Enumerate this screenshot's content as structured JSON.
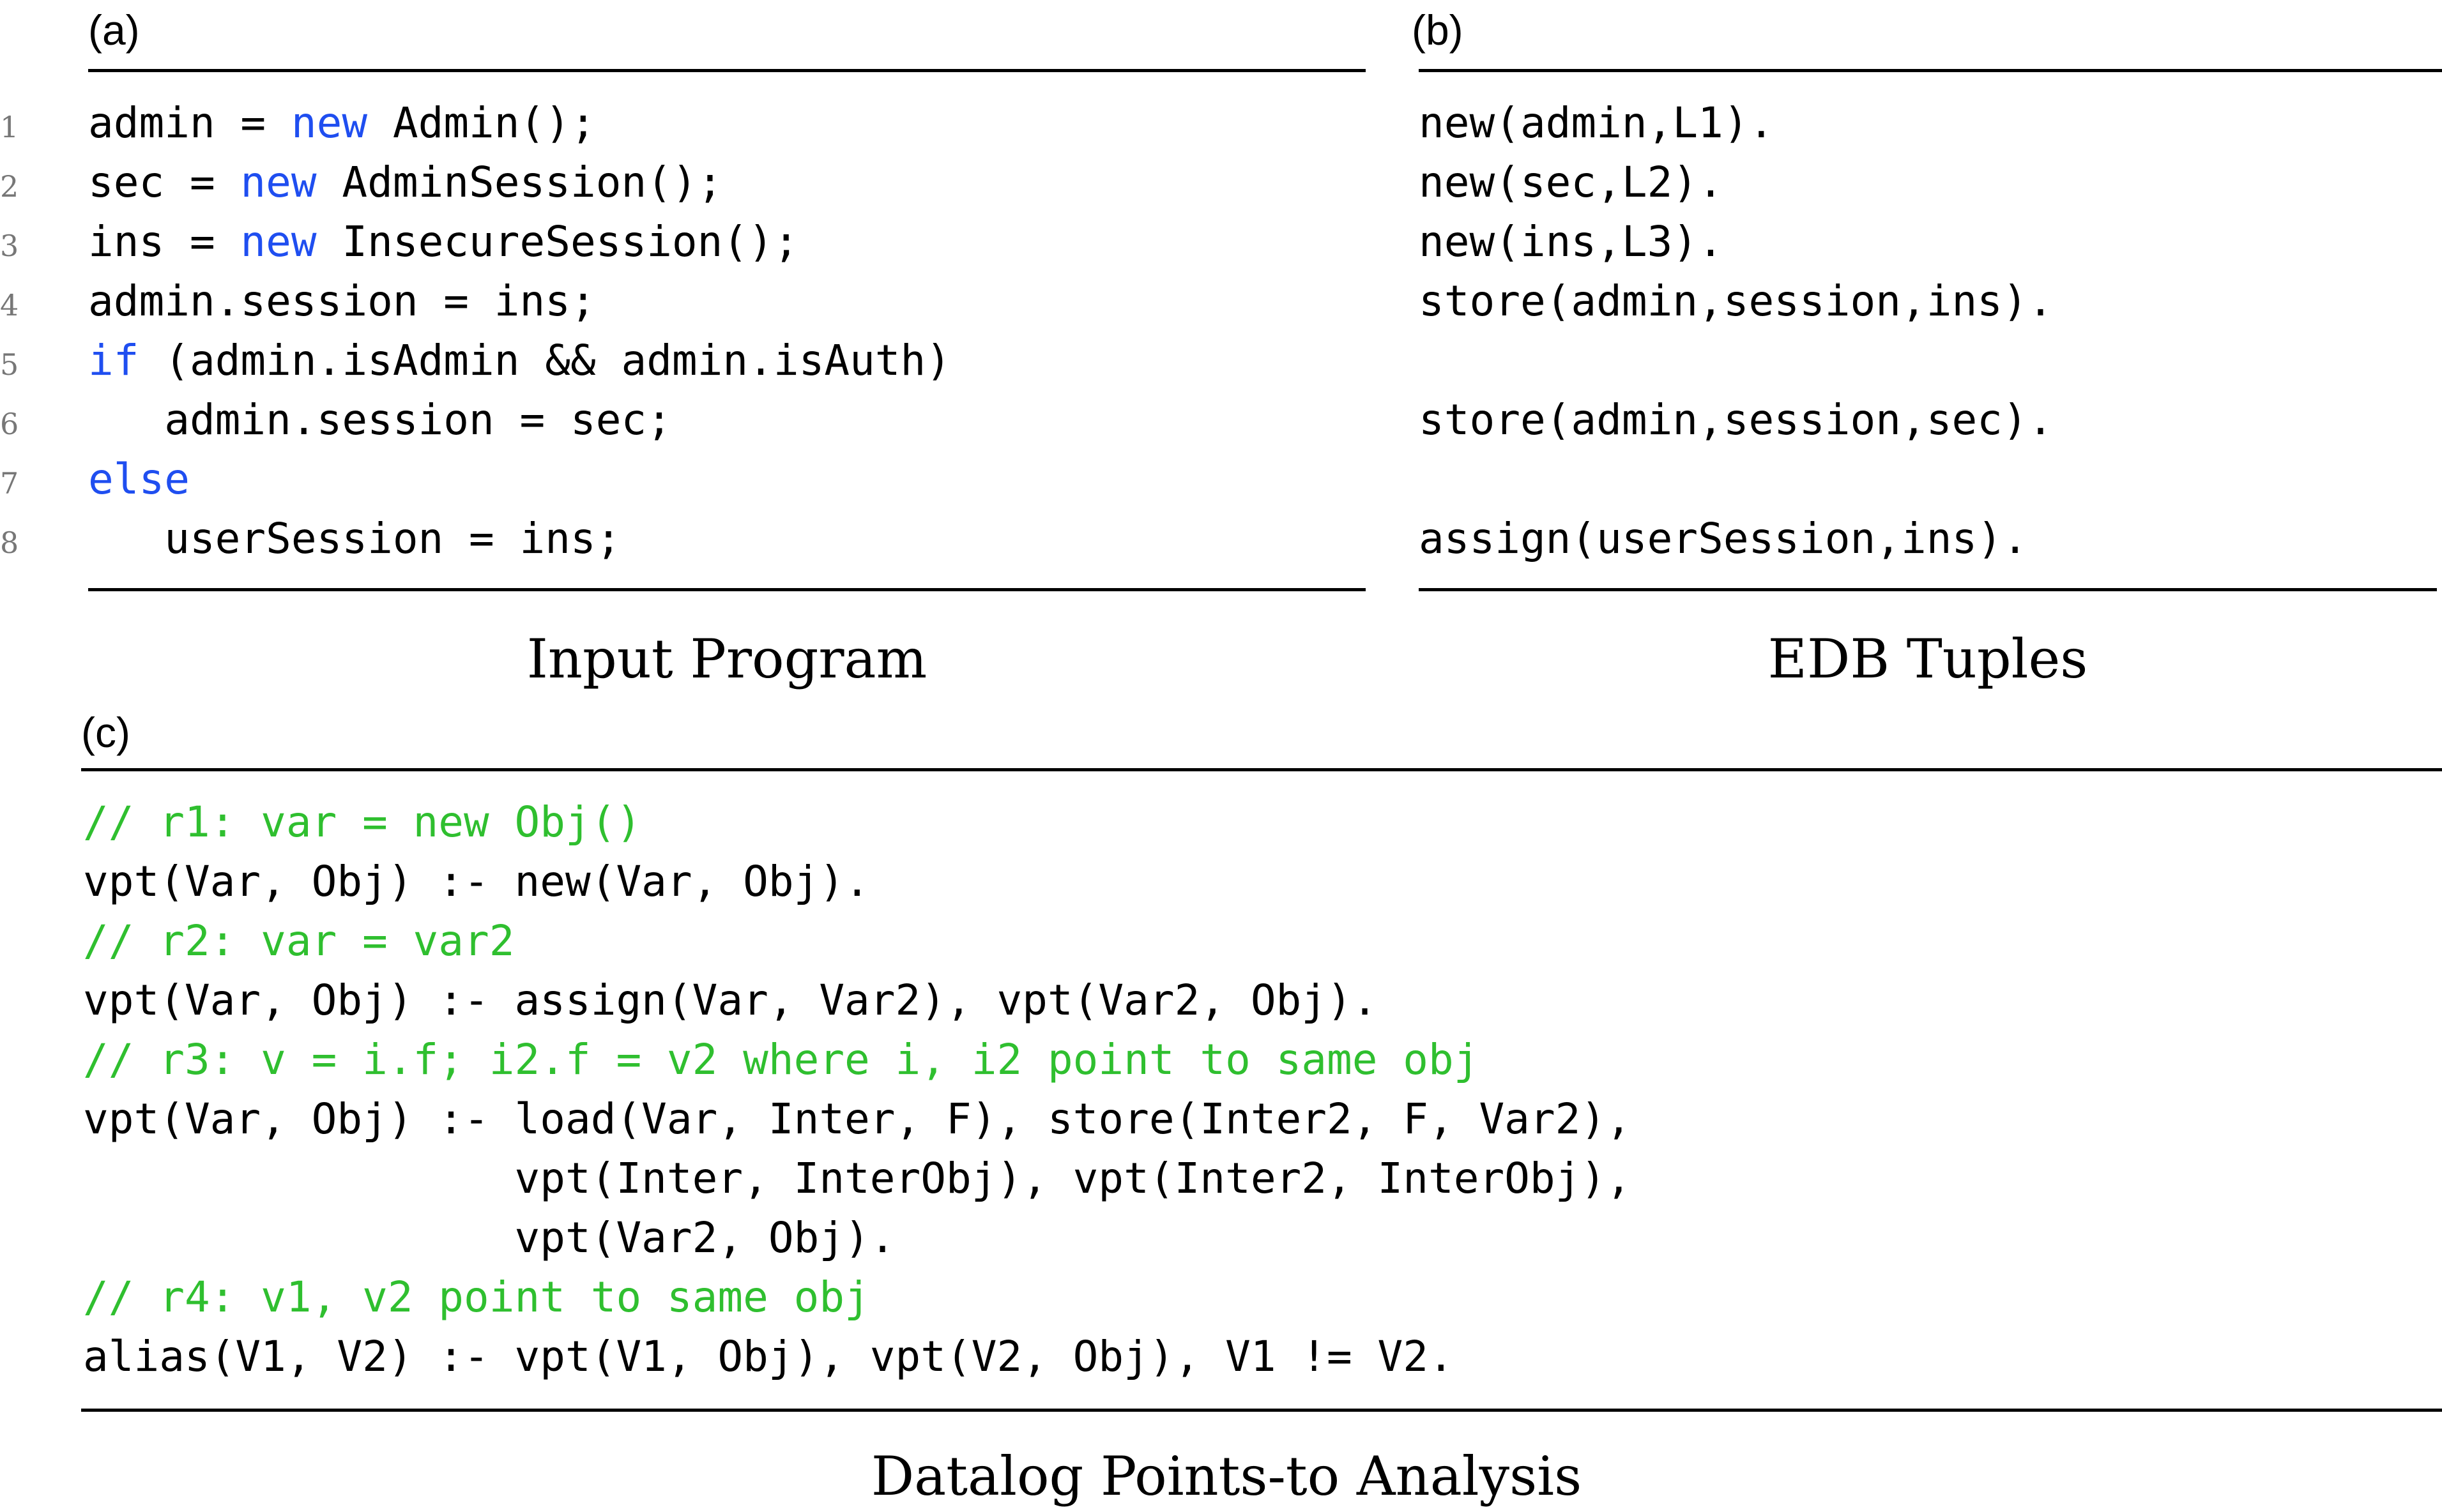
{
  "panels": {
    "a": {
      "label": "(a)",
      "caption": "Input Program",
      "lines": [
        {
          "num": "1",
          "pre": "admin = ",
          "kw": "new",
          "post": " Admin();"
        },
        {
          "num": "2",
          "pre": "sec = ",
          "kw": "new",
          "post": " AdminSession();"
        },
        {
          "num": "3",
          "pre": "ins = ",
          "kw": "new",
          "post": " InsecureSession();"
        },
        {
          "num": "4",
          "pre": "admin.session = ins;",
          "kw": "",
          "post": ""
        },
        {
          "num": "5",
          "pre": "",
          "kw": "if",
          "post": " (admin.isAdmin && admin.isAuth)"
        },
        {
          "num": "6",
          "pre": "   admin.session = sec;",
          "kw": "",
          "post": ""
        },
        {
          "num": "7",
          "pre": "",
          "kw": "else",
          "post": ""
        },
        {
          "num": "8",
          "pre": "   userSession = ins;",
          "kw": "",
          "post": ""
        }
      ]
    },
    "b": {
      "label": "(b)",
      "caption": "EDB Tuples",
      "lines": [
        "new(admin,L1).",
        "new(sec,L2).",
        "new(ins,L3).",
        "store(admin,session,ins).",
        "",
        "store(admin,session,sec).",
        "",
        "assign(userSession,ins)."
      ]
    },
    "c": {
      "label": "(c)",
      "caption": "Datalog Points-to Analysis",
      "lines": [
        {
          "type": "comment",
          "text": "// r1: var = new Obj()"
        },
        {
          "type": "code",
          "text": "vpt(Var, Obj) :- new(Var, Obj)."
        },
        {
          "type": "comment",
          "text": "// r2: var = var2"
        },
        {
          "type": "code",
          "text": "vpt(Var, Obj) :- assign(Var, Var2), vpt(Var2, Obj)."
        },
        {
          "type": "comment",
          "text": "// r3: v = i.f; i2.f = v2 where i, i2 point to same obj"
        },
        {
          "type": "code",
          "text": "vpt(Var, Obj) :- load(Var, Inter, F), store(Inter2, F, Var2),"
        },
        {
          "type": "code",
          "text": "                 vpt(Inter, InterObj), vpt(Inter2, InterObj),"
        },
        {
          "type": "code",
          "text": "                 vpt(Var2, Obj)."
        },
        {
          "type": "comment",
          "text": "// r4: v1, v2 point to same obj"
        },
        {
          "type": "code",
          "text": "alias(V1, V2) :- vpt(V1, Obj), vpt(V2, Obj), V1 != V2."
        }
      ]
    }
  },
  "colors": {
    "keyword": "#1f4ef0",
    "comment": "#2fbf2f",
    "line_number": "#777777",
    "text": "#000000"
  }
}
